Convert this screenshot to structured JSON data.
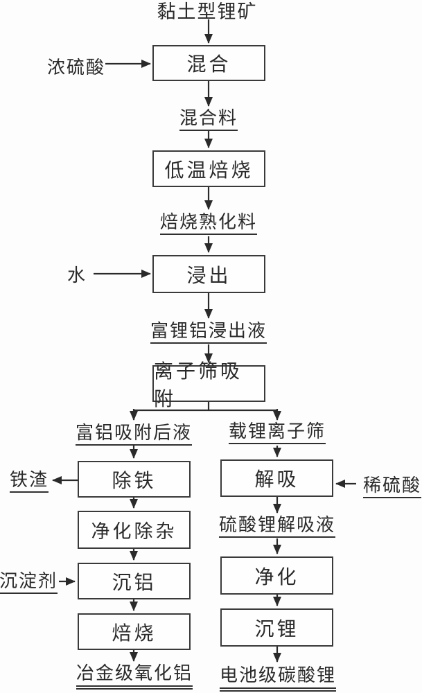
{
  "diagram": {
    "type": "flowchart",
    "language": "zh",
    "colors": {
      "ink": "#2a2a2a",
      "box_border": "#3a3a3a",
      "background": "#fdfdfd"
    },
    "labels": {
      "source": "黏土型锂矿",
      "conc_sulfuric_acid": "浓硫酸",
      "mixing": "混合",
      "mixed_material": "混合料",
      "low_temp_roasting": "低温焙烧",
      "roasted_cured_material": "焙烧熟化料",
      "water": "水",
      "leaching": "浸出",
      "li_al_rich_leachate": "富锂铝浸出液",
      "ion_sieve_adsorption": "离子筛吸附",
      "al_rich_after_liquid": "富铝吸附后液",
      "li_loaded_ion_sieve": "载锂离子筛",
      "iron_removal": "除铁",
      "iron_slag": "铁渣",
      "purification_impurity_removal": "净化除杂",
      "precipitant": "沉淀剂",
      "al_precipitation": "沉铝",
      "roasting": "焙烧",
      "metallurgical_alumina": "冶金级氧化铝",
      "desorption": "解吸",
      "dilute_sulfuric_acid": "稀硫酸",
      "li_sulfate_desorption_liquid": "硫酸锂解吸液",
      "purification": "净化",
      "li_precipitation": "沉锂",
      "battery_grade_li_carbonate": "电池级碳酸锂"
    }
  }
}
